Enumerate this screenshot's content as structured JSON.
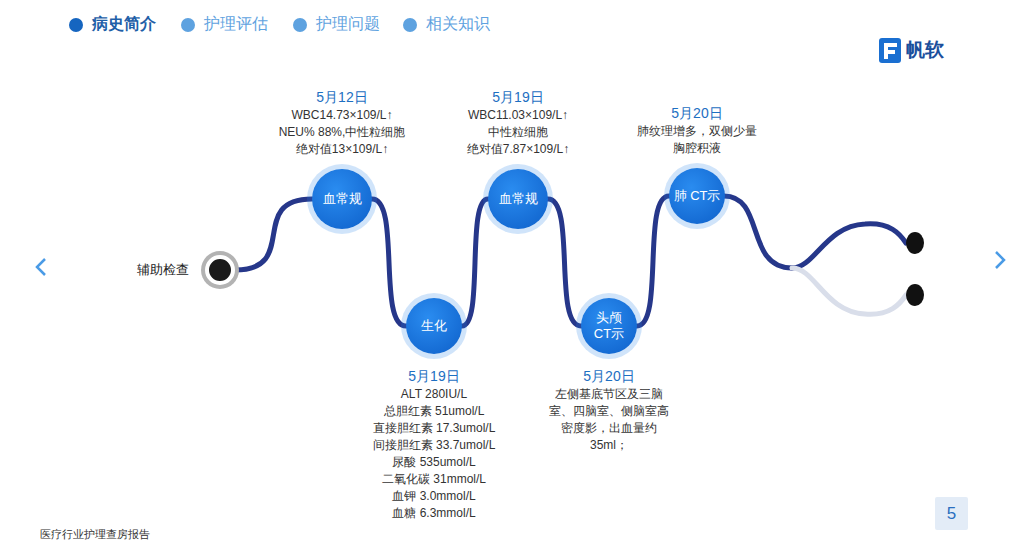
{
  "diagram": {
    "nodes": [
      {
        "text": [
          "辅助检查"
        ]
      },
      {
        "text": [
          "血常规",
          "5月12日",
          "WBC14.73×109/L↑ NEU% 88%,中性粒细胞 绝对值13×109/L↑"
        ]
      },
      {
        "text": [
          "生化",
          "5月19日",
          "ALT 280IU/L",
          "总胆红素 51umol/L",
          "直接胆红素 17.3umol/L",
          "间接胆红素 33.7umol/L",
          "尿酸 535umol/L",
          "二氧化碳 31mmol/L",
          "血钾 3.0mmol/L",
          "血糖 6.3mmol/L"
        ]
      },
      {
        "text": [
          "血常规",
          "5月19日",
          "WBC11.03×109/L↑ 中性粒细胞 绝对值7.87×109/L↑"
        ]
      },
      {
        "text": [
          "头颅 CT示",
          "5月20日",
          "左侧基底节区及三脑室、四脑室、侧脑室高密度影，出血量约35ml；"
        ]
      },
      {
        "text": [
          "肺 CT示",
          "5月20日",
          "肺纹理增多，双侧少量胸腔积液"
        ]
      }
    ],
    "edges": [
      {
        "from": 0,
        "to": 1,
        "arrow": "none"
      },
      {
        "from": 1,
        "to": 2,
        "arrow": "none"
      },
      {
        "from": 2,
        "to": 3,
        "arrow": "none"
      },
      {
        "from": 3,
        "to": 4,
        "arrow": "none"
      },
      {
        "from": 4,
        "to": 5,
        "arrow": "none"
      }
    ],
    "labels": [
      "病史简介",
      "护理评估",
      "护理问题",
      "相关知识",
      "帆软",
      "医疗行业护理查房报告",
      "5"
    ]
  }
}
